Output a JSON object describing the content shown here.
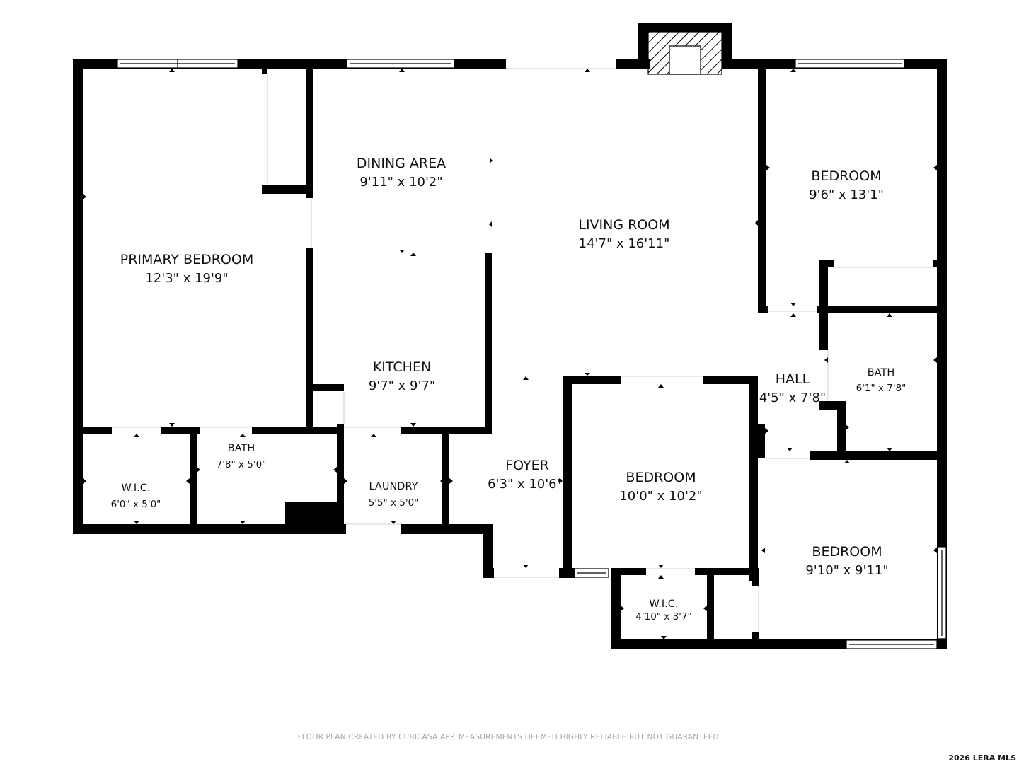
{
  "rooms": {
    "primary_bedroom": {
      "name": "PRIMARY BEDROOM",
      "dims": "12'3\" x 19'9\""
    },
    "dining_area": {
      "name": "DINING AREA",
      "dims": "9'11\" x 10'2\""
    },
    "living_room": {
      "name": "LIVING ROOM",
      "dims": "14'7\" x 16'11\""
    },
    "bedroom_ne": {
      "name": "BEDROOM",
      "dims": "9'6\" x 13'1\""
    },
    "kitchen": {
      "name": "KITCHEN",
      "dims": "9'7\" x 9'7\""
    },
    "hall": {
      "name": "HALL",
      "dims": "4'5\" x 7'8\""
    },
    "bath_east": {
      "name": "BATH",
      "dims": "6'1\" x 7'8\""
    },
    "bath_west": {
      "name": "BATH",
      "dims": "7'8\" x 5'0\""
    },
    "wic_west": {
      "name": "W.I.C.",
      "dims": "6'0\" x 5'0\""
    },
    "laundry": {
      "name": "LAUNDRY",
      "dims": "5'5\" x 5'0\""
    },
    "foyer": {
      "name": "FOYER",
      "dims": "6'3\" x 10'6\""
    },
    "bedroom_center": {
      "name": "BEDROOM",
      "dims": "10'0\" x 10'2\""
    },
    "bedroom_se": {
      "name": "BEDROOM",
      "dims": "9'10\" x 9'11\""
    },
    "wic_south": {
      "name": "W.I.C.",
      "dims": "4'10\" x 3'7\""
    }
  },
  "footer": {
    "note": "FLOOR PLAN CREATED BY CUBICASA APP. MEASUREMENTS DEEMED HIGHLY RELIABLE BUT NOT GUARANTEED."
  },
  "watermark": {
    "text": "2026 LERA MLS"
  },
  "colors": {
    "wall": "#000000",
    "window": "#ffffff",
    "text": "#111111",
    "footer": "#a7a7a7"
  }
}
